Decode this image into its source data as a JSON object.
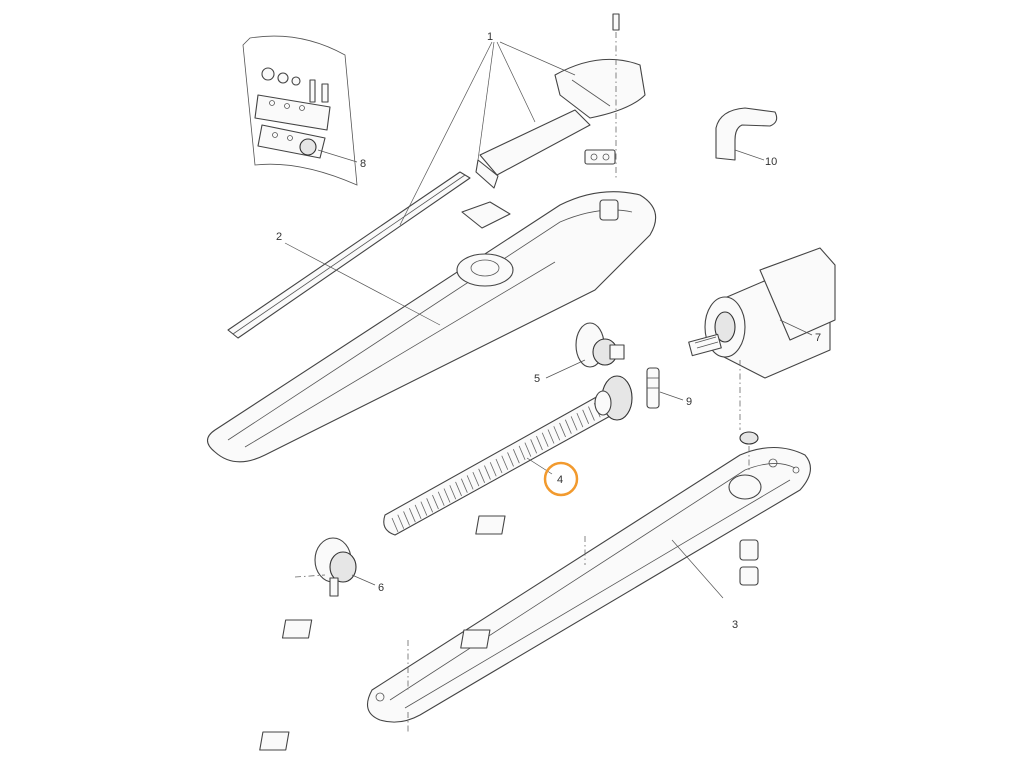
{
  "diagram": {
    "callouts": [
      {
        "id": "1",
        "label": "1"
      },
      {
        "id": "2",
        "label": "2"
      },
      {
        "id": "3",
        "label": "3"
      },
      {
        "id": "4",
        "label": "4"
      },
      {
        "id": "5",
        "label": "5"
      },
      {
        "id": "6",
        "label": "6"
      },
      {
        "id": "7",
        "label": "7"
      },
      {
        "id": "8",
        "label": "8"
      },
      {
        "id": "9",
        "label": "9"
      },
      {
        "id": "10",
        "label": "10"
      }
    ],
    "highlighted_callout": "4",
    "colors": {
      "highlight_ring": "#f29a2e",
      "line": "#444444",
      "background": "#ffffff"
    }
  }
}
